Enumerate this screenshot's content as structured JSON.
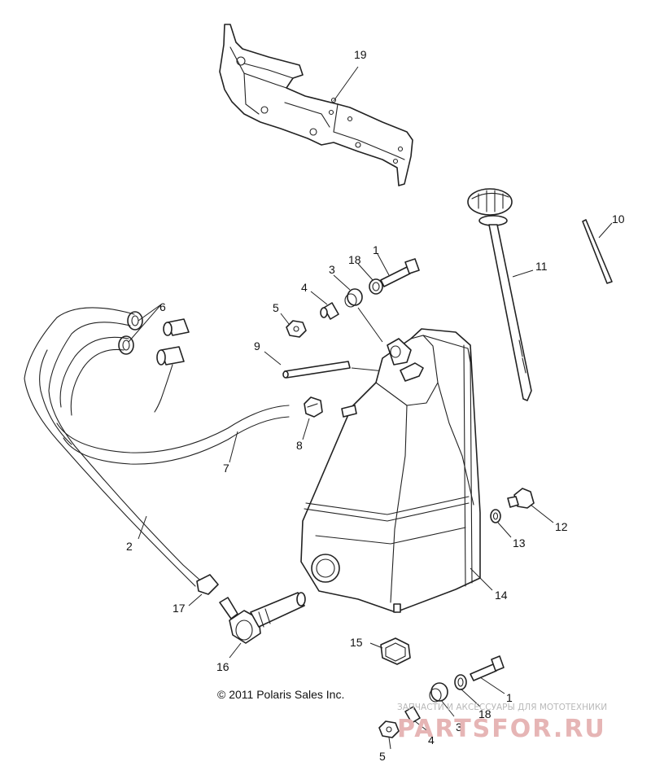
{
  "copyright": "© 2011 Polaris Sales Inc.",
  "watermark": {
    "tagline": "ЗАПЧАСТИ И АКСЕССУАРЫ ДЛЯ МОТОТЕХНИКИ",
    "brand": "PARTSFOR.RU"
  },
  "callouts": {
    "c19": "19",
    "c10": "10",
    "c11": "11",
    "c1a": "1",
    "c18a": "18",
    "c3a": "3",
    "c4a": "4",
    "c5a": "5",
    "c6": "6",
    "c9": "9",
    "c8": "8",
    "c7": "7",
    "c2": "2",
    "c12": "12",
    "c13": "13",
    "c14": "14",
    "c17": "17",
    "c16": "16",
    "c15": "15",
    "c1b": "1",
    "c18b": "18",
    "c3b": "3",
    "c4b": "4",
    "c5b": "5"
  }
}
